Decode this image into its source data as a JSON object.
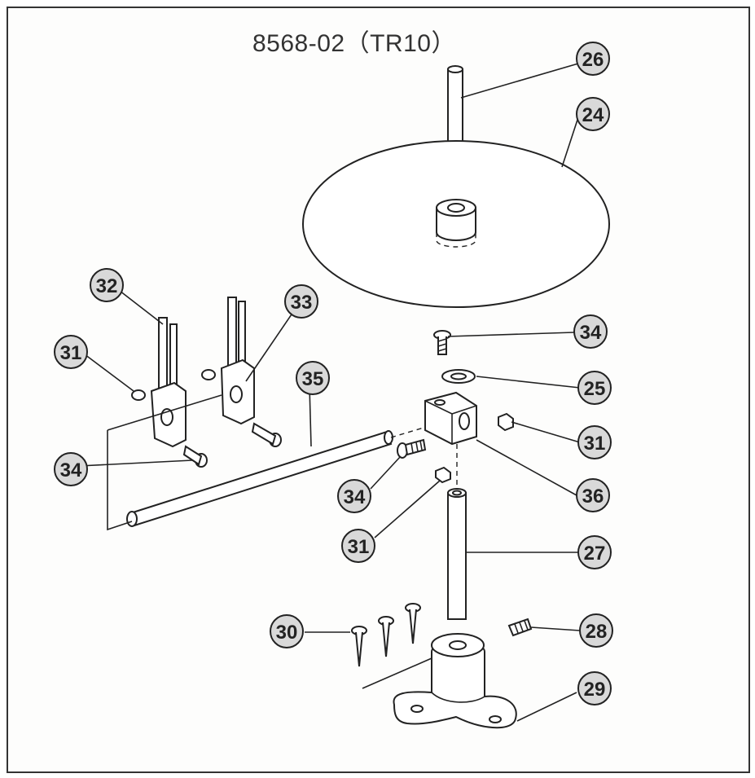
{
  "diagram": {
    "title": "8568-02（TR10）",
    "callouts": [
      {
        "id": "c26",
        "label": "26"
      },
      {
        "id": "c24",
        "label": "24"
      },
      {
        "id": "c32",
        "label": "32"
      },
      {
        "id": "c33",
        "label": "33"
      },
      {
        "id": "c31a",
        "label": "31"
      },
      {
        "id": "c35",
        "label": "35"
      },
      {
        "id": "c34a",
        "label": "34"
      },
      {
        "id": "c25",
        "label": "25"
      },
      {
        "id": "c31b",
        "label": "31"
      },
      {
        "id": "c34b",
        "label": "34"
      },
      {
        "id": "c36",
        "label": "36"
      },
      {
        "id": "c34c",
        "label": "34"
      },
      {
        "id": "c31c",
        "label": "31"
      },
      {
        "id": "c27",
        "label": "27"
      },
      {
        "id": "c30",
        "label": "30"
      },
      {
        "id": "c28",
        "label": "28"
      },
      {
        "id": "c29",
        "label": "29"
      }
    ]
  }
}
